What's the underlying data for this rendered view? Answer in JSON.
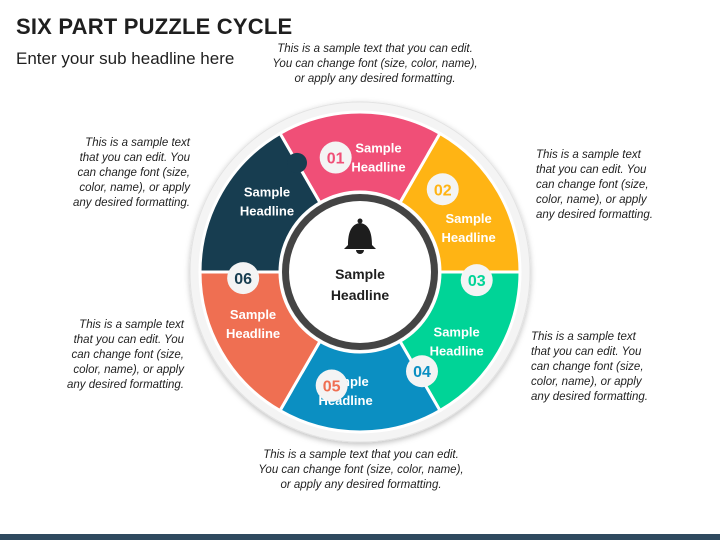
{
  "header": {
    "title": "SIX PART PUZZLE CYCLE",
    "subtitle": "Enter your sub headline here"
  },
  "colors": {
    "segment_01": "#f04f77",
    "segment_02": "#ffb414",
    "segment_03": "#00d497",
    "segment_04": "#0b8fc2",
    "segment_05": "#ef6f52",
    "segment_06": "#173d50",
    "outer_ring": "#f4f4f4",
    "hub_ring": "#444444"
  },
  "center": {
    "icon": "bell-icon",
    "headline_line1": "Sample",
    "headline_line2": "Headline"
  },
  "segments": [
    {
      "number": "01",
      "line1": "Sample",
      "line2": "Headline"
    },
    {
      "number": "02",
      "line1": "Sample",
      "line2": "Headline"
    },
    {
      "number": "03",
      "line1": "Sample",
      "line2": "Headline"
    },
    {
      "number": "04",
      "line1": "Sample",
      "line2": "Headline"
    },
    {
      "number": "05",
      "line1": "Sample",
      "line2": "Headline"
    },
    {
      "number": "06",
      "line1": "Sample",
      "line2": "Headline"
    }
  ],
  "notes": {
    "n01": [
      "This is a sample text that you can edit.",
      "You can change font (size, color, name),",
      "or apply any desired formatting."
    ],
    "n02": [
      "This is a sample text",
      "that you can edit. You",
      "can change font (size,",
      "color, name), or apply",
      "any desired formatting."
    ],
    "n03": [
      "This is a sample text",
      "that you can edit. You",
      "can change font (size,",
      "color, name), or apply",
      "any desired formatting."
    ],
    "n04": [
      "This is a sample text that you can edit.",
      "You can change font (size, color, name),",
      "or apply any desired formatting."
    ],
    "n05": [
      "This is a sample text",
      "that you can edit. You",
      "can change font (size,",
      "color, name), or apply",
      "any desired formatting."
    ],
    "n06": [
      "This is a sample text",
      "that you can edit. You",
      "can change font (size,",
      "color, name), or apply",
      "any desired formatting."
    ]
  }
}
